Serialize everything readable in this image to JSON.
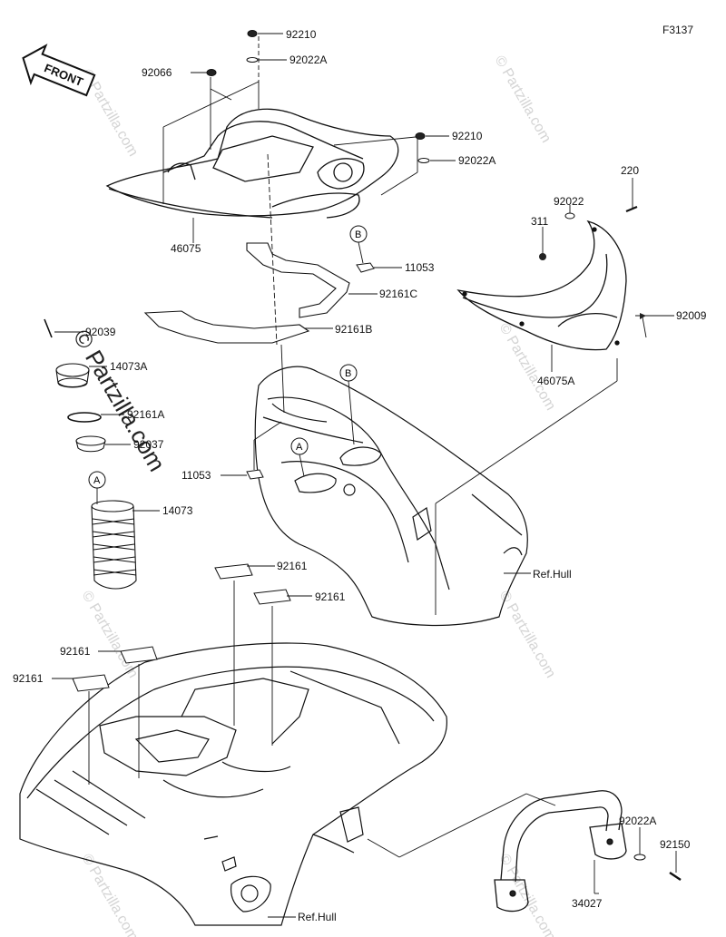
{
  "figure_code": "F3137",
  "front_label": "FRONT",
  "watermark_text": "© Partzilla.com",
  "callouts": {
    "a": "A",
    "b": "B"
  },
  "parts": {
    "p92210_top": "92210",
    "p92022A_top": "92022A",
    "p92066": "92066",
    "p92210_mid": "92210",
    "p92022A_mid": "92022A",
    "p46075": "46075",
    "p11053_top": "11053",
    "p92161C": "92161C",
    "p92161B": "92161B",
    "p220": "220",
    "p92022": "92022",
    "p311": "311",
    "p92009": "92009",
    "p46075A": "46075A",
    "p92039": "92039",
    "p14073A": "14073A",
    "p92161A": "92161A",
    "p92037": "92037",
    "p11053_mid": "11053",
    "p14073": "14073",
    "ref_hull_top": "Ref.Hull",
    "p92161_a": "92161",
    "p92161_b": "92161",
    "p92161_c": "92161",
    "p92161_d": "92161",
    "p92022A_bot": "92022A",
    "p92150": "92150",
    "p34027": "34027",
    "ref_hull_bot": "Ref.Hull"
  }
}
